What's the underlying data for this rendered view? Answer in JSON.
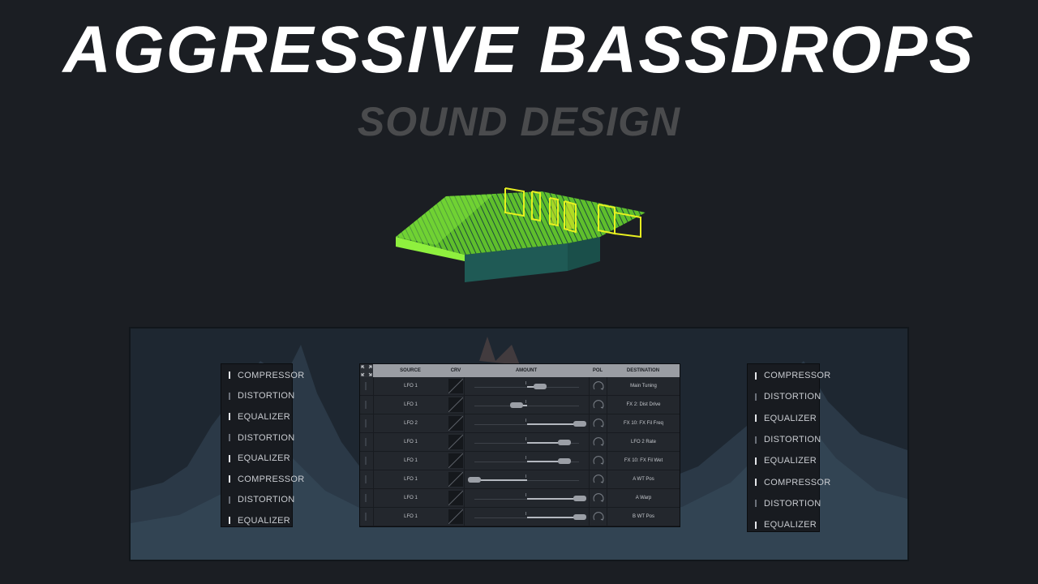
{
  "title": "AGGRESSIVE BASSDROPS",
  "subtitle": "SOUND DESIGN",
  "colors": {
    "background": "#1b1e23",
    "wavetable_green": "#7fe83a",
    "wavetable_yellow": "#e8f020",
    "wavetable_teal": "#1f5a55"
  },
  "fx_left": [
    {
      "label": "COMPRESSOR",
      "active": true
    },
    {
      "label": "DISTORTION",
      "active": false
    },
    {
      "label": "EQUALIZER",
      "active": true
    },
    {
      "label": "DISTORTION",
      "active": false
    },
    {
      "label": "EQUALIZER",
      "active": true
    },
    {
      "label": "COMPRESSOR",
      "active": true
    },
    {
      "label": "DISTORTION",
      "active": false
    },
    {
      "label": "EQUALIZER",
      "active": true
    }
  ],
  "fx_right": [
    {
      "label": "COMPRESSOR",
      "active": true
    },
    {
      "label": "DISTORTION",
      "active": false
    },
    {
      "label": "EQUALIZER",
      "active": true
    },
    {
      "label": "DISTORTION",
      "active": false
    },
    {
      "label": "EQUALIZER",
      "active": true
    },
    {
      "label": "COMPRESSOR",
      "active": true
    },
    {
      "label": "DISTORTION",
      "active": false
    },
    {
      "label": "EQUALIZER",
      "active": true
    }
  ],
  "matrix": {
    "headers": {
      "source": "SOURCE",
      "curve": "CRV",
      "amount": "AMOUNT",
      "polarity": "POL",
      "destination": "DESTINATION"
    },
    "expand_icon": "expand-arrows-icon",
    "rows": [
      {
        "source": "LFO 1",
        "amount": 0.25,
        "destination": "Main Tuning"
      },
      {
        "source": "LFO 1",
        "amount": -0.2,
        "destination": "FX 2: Dist Drive"
      },
      {
        "source": "LFO 2",
        "amount": 1.0,
        "destination": "FX 10: FX Fil Freq"
      },
      {
        "source": "LFO 1",
        "amount": 0.7,
        "destination": "LFO 2 Rate"
      },
      {
        "source": "LFO 1",
        "amount": 0.7,
        "destination": "FX 10: FX Fil Wet"
      },
      {
        "source": "LFO 1",
        "amount": -1.0,
        "destination": "A WT Pos"
      },
      {
        "source": "LFO 1",
        "amount": 1.0,
        "destination": "A Warp"
      },
      {
        "source": "LFO 1",
        "amount": 1.0,
        "destination": "B WT Pos"
      }
    ]
  }
}
